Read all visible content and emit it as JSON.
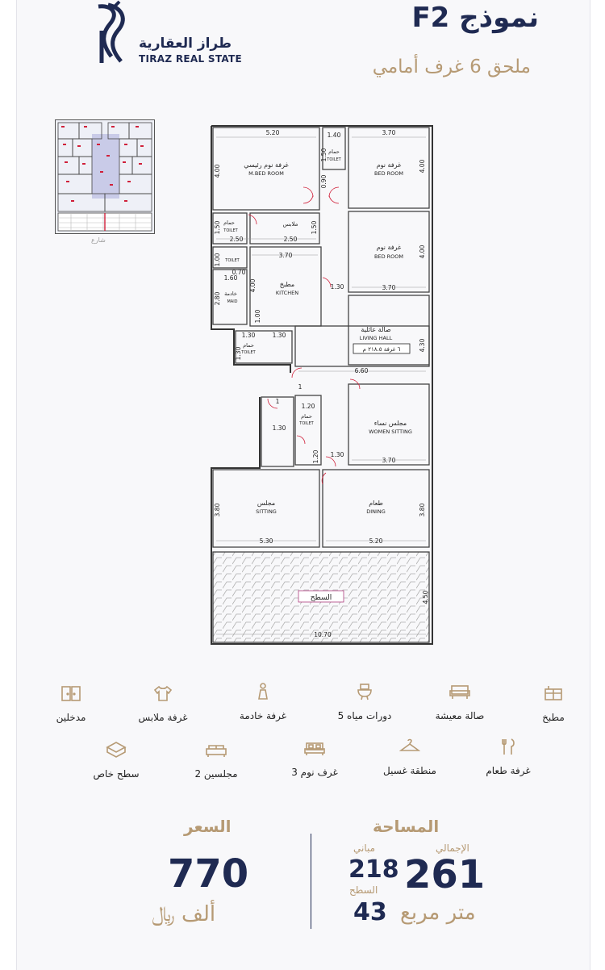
{
  "header": {
    "model_title": "نموذج F2",
    "model_subtitle": "ملحق 6 غرف أمامي",
    "logo_arabic": "طراز العقارية",
    "logo_english": "TIRAZ REAL STATE"
  },
  "keyplan": {
    "street_label": "شارع"
  },
  "plan": {
    "rooms": {
      "mbed_ar": "غرفة نوم رئيسي",
      "mbed_en": "M.BED ROOM",
      "bed1_ar": "غرفة نوم",
      "bed1_en": "BED ROOM",
      "bed2_ar": "غرفة نوم",
      "bed2_en": "BED ROOM",
      "toilet1_ar": "حمام",
      "toilet1_en": "TOILET",
      "toilet2_ar": "حمام",
      "toilet2_en": "TOILET",
      "toilet3_en": "TOILET",
      "toilet4_ar": "حمام",
      "toilet4_en": "TOILET",
      "toilet5_ar": "حمام",
      "toilet5_en": "TOILET",
      "closet_ar": "ملابس",
      "kitchen_ar": "مطبخ",
      "kitchen_en": "KITCHEN",
      "maid_ar": "خادمة",
      "maid_en": "MAID",
      "living_ar": "صالة عائلية",
      "living_en": "LIVING HALL",
      "living_note": "٦ غرفة ٢١٨.٥ م",
      "women_ar": "مجلس نساء",
      "women_en": "WOMEN SITTING",
      "sitting_ar": "مجلس",
      "sitting_en": "SITTING",
      "dining_ar": "طعام",
      "dining_en": "DINING",
      "roof_ar": "السطح"
    },
    "dims": {
      "d520a": "5.20",
      "d140": "1.40",
      "d370a": "3.70",
      "d400a": "4.00",
      "d150a": "1.50",
      "d090": "0.90",
      "d400b": "4.00",
      "d150b": "1.50",
      "d250a": "2.50",
      "d150c": "1.50",
      "d250b": "2.50",
      "d400c": "4.00",
      "d370b": "3.70",
      "d100a": "1.00",
      "d070": "0.70",
      "d160": "1.60",
      "d400d": "4.00",
      "d130a": "1.30",
      "d370c": "3.70",
      "d280": "2.80",
      "d100b": "1.00",
      "d430": "4.30",
      "d130b": "1.30",
      "d130c": "1.30",
      "d130d": "1.30",
      "d660": "6.60",
      "d1a": "1",
      "d1b": "1",
      "d120a": "1.20",
      "d130e": "1.30",
      "d120b": "1.20",
      "d130f": "1.30",
      "d370d": "3.70",
      "d380a": "3.80",
      "d380b": "3.80",
      "d530": "5.30",
      "d520b": "5.20",
      "d450": "4.50",
      "d1070": "10.70"
    }
  },
  "amenities": [
    {
      "label": "مطبخ",
      "icon": "kitchen-icon"
    },
    {
      "label": "صالة معيشة",
      "icon": "sofa-icon"
    },
    {
      "label": "5 دورات مياه",
      "icon": "toilet-icon"
    },
    {
      "label": "غرفة خادمة",
      "icon": "person-icon"
    },
    {
      "label": "غرفة ملابس",
      "icon": "shirt-icon"
    },
    {
      "label": "مدخلين",
      "icon": "door-icon"
    },
    {
      "label": "غرفة طعام",
      "icon": "fork-knife-icon"
    },
    {
      "label": "منطقة غسيل",
      "icon": "hanger-icon"
    },
    {
      "label": "3 غرف نوم",
      "icon": "bed-icon"
    },
    {
      "label": "2 مجلسين",
      "icon": "couch-icon"
    },
    {
      "label": "سطح خاص",
      "icon": "box-icon"
    }
  ],
  "area": {
    "title": "المساحة",
    "total_label": "الإجمالي",
    "total_value": "261",
    "built_label": "مباني",
    "built_value": "218",
    "roof_label": "السطح",
    "roof_value": "43",
    "unit": "متر مربع"
  },
  "price": {
    "title": "السعر",
    "value": "770",
    "unit": "ألف ﷼"
  },
  "colors": {
    "navy": "#1f2a52",
    "gold": "#b69a74",
    "red_mark": "#d0203a"
  }
}
